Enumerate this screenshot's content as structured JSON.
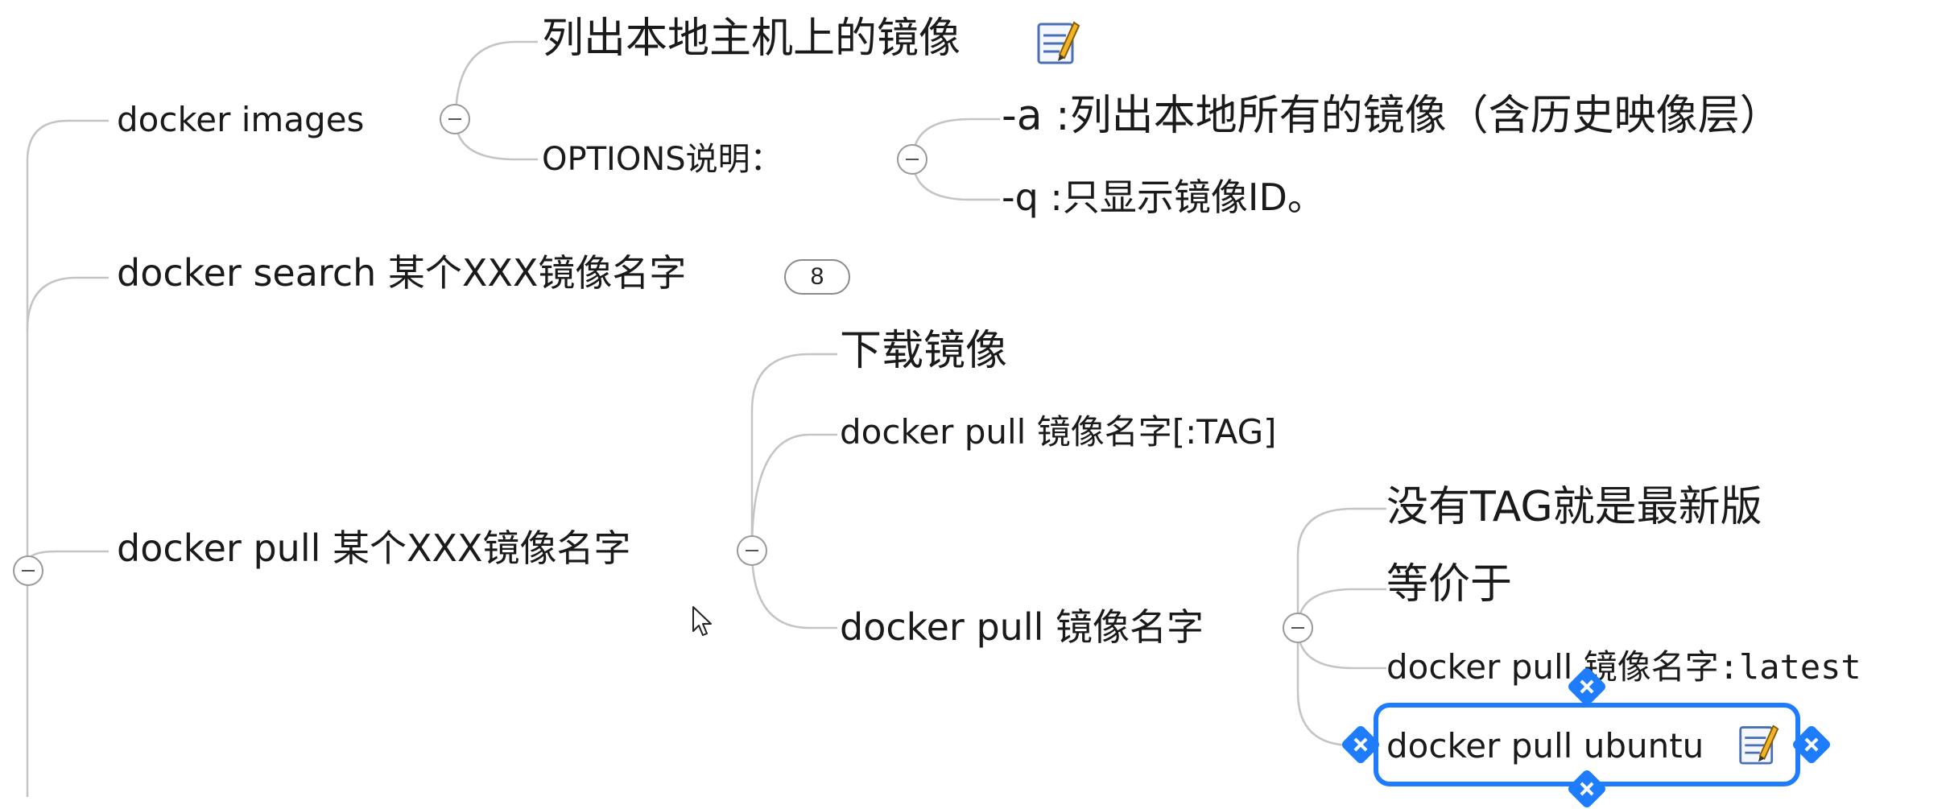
{
  "mindmap": {
    "docker_images": {
      "label": "docker images",
      "description": "列出本地主机上的镜像",
      "options_label": "OPTIONS说明：",
      "options": [
        "-a :列出本地所有的镜像（含历史映像层）",
        "-q :只显示镜像ID。"
      ]
    },
    "docker_search": {
      "label": "docker search 某个XXX镜像名字",
      "badge": "8"
    },
    "docker_pull": {
      "label": "docker pull 某个XXX镜像名字",
      "children": {
        "download": "下载镜像",
        "syntax": "docker pull 镜像名字[:TAG]",
        "short": "docker pull 镜像名字"
      },
      "short_children": {
        "no_tag": "没有TAG就是最新版",
        "equivalent": "等价于",
        "latest_prefix": "docker pull 镜像名字",
        "latest_suffix": ":latest",
        "ubuntu": "docker pull ubuntu"
      }
    }
  },
  "icons": {
    "note": "note-icon",
    "collapse": "collapse-icon",
    "expand": "plus-icon",
    "cursor": "mouse-cursor-icon"
  },
  "colors": {
    "selection": "#1e7cff",
    "branch_line": "#bfbfbf"
  }
}
